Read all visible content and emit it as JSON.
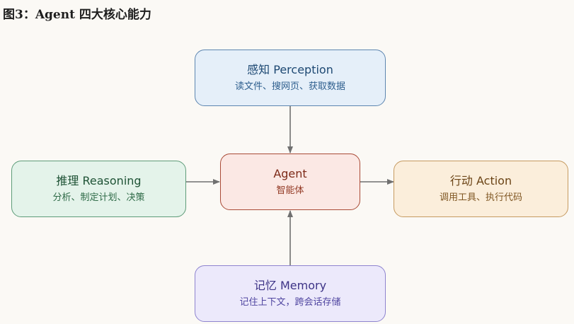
{
  "figure": {
    "title": "图3：Agent 四大核心能力"
  },
  "nodes": {
    "perception": {
      "title": "感知 Perception",
      "subtitle": "读文件、搜网页、获取数据"
    },
    "reasoning": {
      "title": "推理 Reasoning",
      "subtitle": "分析、制定计划、决策"
    },
    "agent": {
      "title": "Agent",
      "subtitle": "智能体"
    },
    "action": {
      "title": "行动 Action",
      "subtitle": "调用工具、执行代码"
    },
    "memory": {
      "title": "记忆 Memory",
      "subtitle": "记住上下文，跨会话存储"
    }
  },
  "edges": [
    {
      "from": "perception",
      "to": "agent"
    },
    {
      "from": "reasoning",
      "to": "agent"
    },
    {
      "from": "agent",
      "to": "action"
    },
    {
      "from": "memory",
      "to": "agent"
    }
  ],
  "colors": {
    "arrow": "#707070",
    "perception": "#5d86b0",
    "reasoning": "#5e9c79",
    "agent": "#a94a36",
    "action": "#c69b61",
    "memory": "#8e84cf"
  }
}
